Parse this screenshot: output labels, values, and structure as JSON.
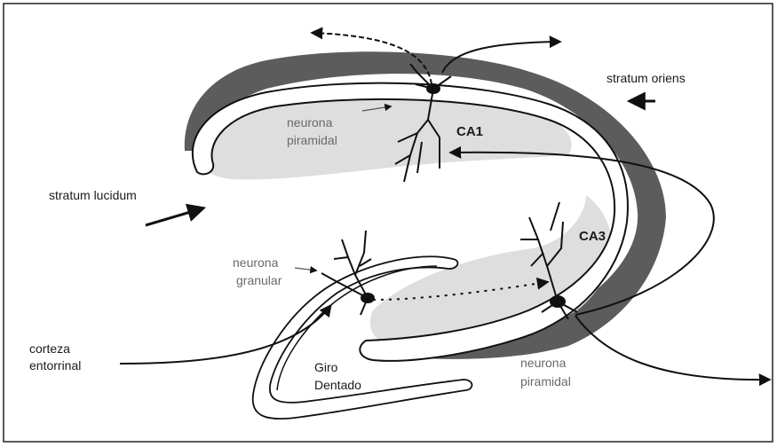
{
  "labels": {
    "stratum_oriens": "stratum oriens",
    "stratum_lucidum": "stratum lucidum",
    "ca1": "CA1",
    "ca3": "CA3",
    "neurona_piramidal_top_1": "neurona",
    "neurona_piramidal_top_2": "piramidal",
    "neurona_granular_1": "neurona",
    "neurona_granular_2": "granular",
    "neurona_piramidal_bottom_1": "neurona",
    "neurona_piramidal_bottom_2": "piramidal",
    "corteza_1": "corteza",
    "corteza_2": "entorrinal",
    "giro_1": "Giro",
    "giro_2": "Dentado"
  },
  "colors": {
    "dark_band": "#5c5c5c",
    "light_fill": "#dedede",
    "line": "#111111",
    "label_grey": "#6a6a6a"
  }
}
